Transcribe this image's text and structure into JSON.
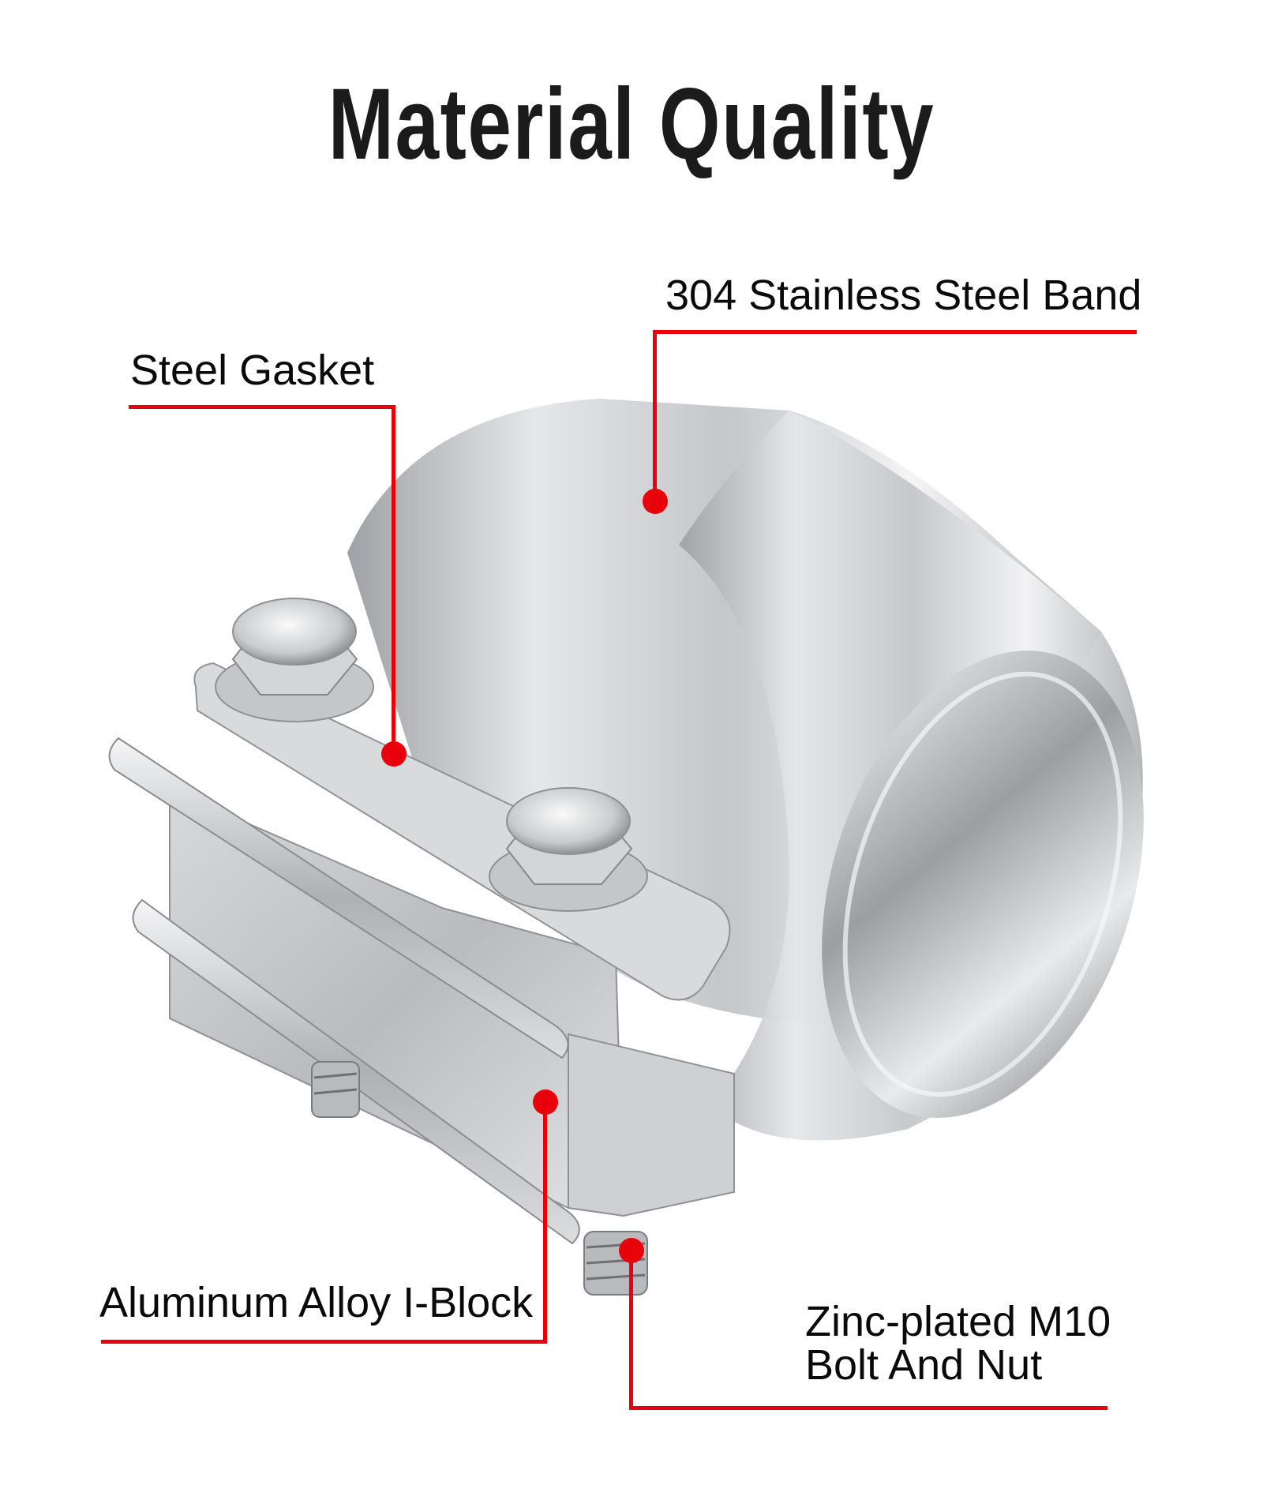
{
  "title": "Material Quality",
  "callouts": [
    {
      "id": "band",
      "label": "304 Stainless Steel Band"
    },
    {
      "id": "gasket",
      "label": "Steel Gasket"
    },
    {
      "id": "iblock",
      "label": "Aluminum Alloy I-Block"
    },
    {
      "id": "bolt",
      "label_line1": "Zinc-plated M10",
      "label_line2": "Bolt And Nut"
    }
  ],
  "colors": {
    "accent_red": "#e8000b",
    "title_text": "#1b1b1b",
    "background": "#ffffff"
  },
  "illustration": {
    "subject": "exhaust-lap-joint-clamp-icon"
  }
}
